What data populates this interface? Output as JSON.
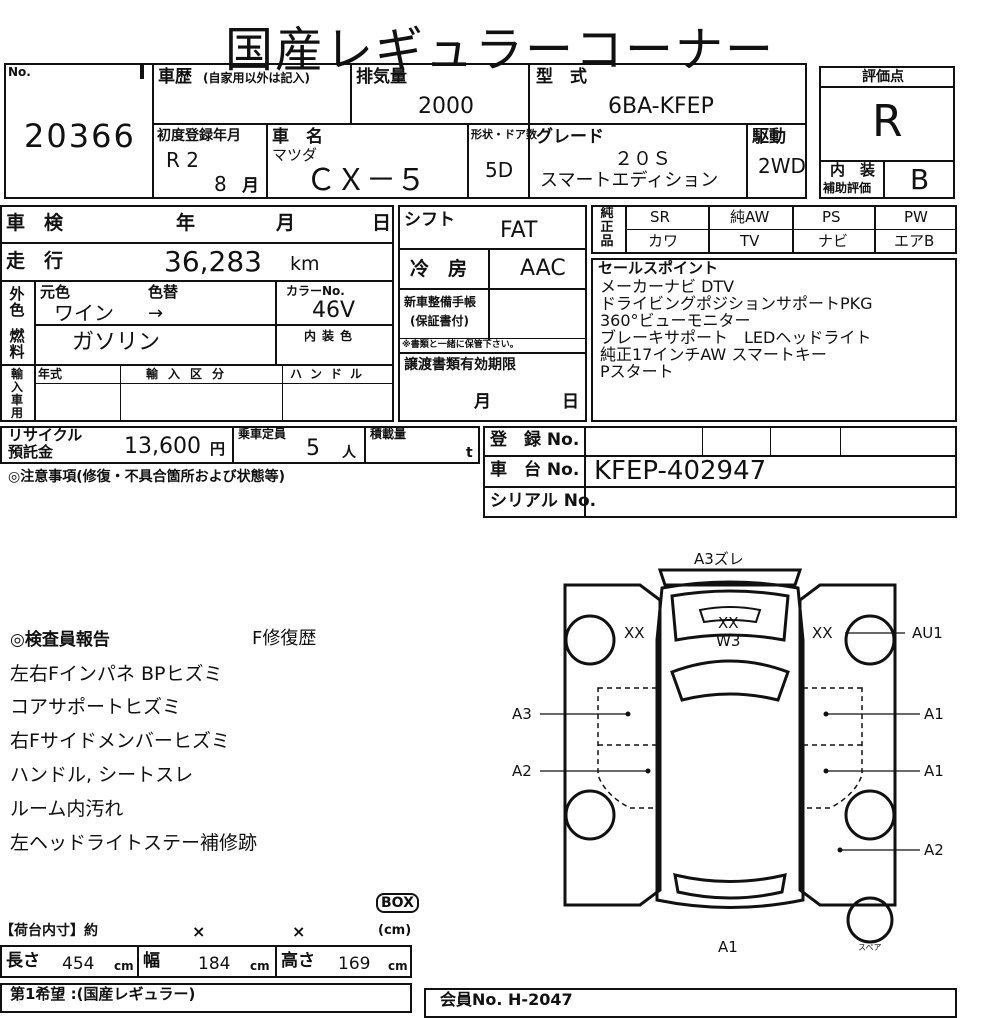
{
  "title": "国産レギュラーコーナー",
  "header": {
    "no_label": "No.",
    "no_value": "20366",
    "history_label": "車歴",
    "history_note": "(自家用以外は記入)",
    "displacement_label": "排気量",
    "displacement_value": "2000",
    "model_label": "型　式",
    "model_value": "6BA-KFEP",
    "first_reg_label": "初度登録年月",
    "first_reg_era": "R 2",
    "first_reg_month": "8",
    "month_unit": "月",
    "name_label": "車　名",
    "maker": "マツダ",
    "car_name": "ＣＸ－５",
    "shape_label": "形状・ドア数",
    "shape_value": "5D",
    "grade_label": "グレード",
    "grade_line1": "２０Ｓ",
    "grade_line2": "スマートエディション",
    "drive_label": "駆動",
    "drive_value": "2WD",
    "rating_label": "評価点",
    "rating_value": "R",
    "interior_rating_label1": "内　装",
    "interior_rating_label2": "補助評価",
    "interior_rating_value": "B"
  },
  "spec": {
    "inspection_label": "車　検",
    "year_unit": "年",
    "month_unit": "月",
    "day_unit": "日",
    "mileage_label": "走　行",
    "mileage_value": "36,283",
    "mileage_unit": "km",
    "outer_color_label": "外色",
    "original_color_label": "元色",
    "color_change_label": "色替",
    "color_value": "ワイン",
    "color_arrow": "→",
    "color_no_label": "カラーNo.",
    "color_no_value": "46V",
    "interior_color_label": "内装色",
    "fuel_label": "燃料",
    "fuel_value": "ガソリン",
    "import_label": "輸入車用",
    "year_type_label": "年式",
    "import_class_label": "輸入区分",
    "handle_label": "ハンドル",
    "shift_label": "シフト",
    "shift_value": "FAT",
    "ac_label": "冷　房",
    "ac_value": "AAC",
    "warranty_label1": "新車整備手帳",
    "warranty_label2": "(保証書付)",
    "warranty_note": "※書類と一緒に保管下さい。",
    "transfer_label": "譲渡書類有効期限",
    "genuine_label": "純正品",
    "options": [
      "SR",
      "純AW",
      "PS",
      "PW",
      "カワ",
      "TV",
      "ナビ",
      "エアB"
    ],
    "sales_points_label": "セールスポイント",
    "sales_points": [
      "メーカーナビ DTV",
      "ドライビングポジションサポートPKG",
      "360°ビューモニター",
      "ブレーキサポート　LEDヘッドライト",
      "純正17インチAW スマートキー",
      "Pスタート"
    ],
    "recycle_label1": "リサイクル",
    "recycle_label2": "預託金",
    "recycle_value": "13,600",
    "yen_unit": "円",
    "capacity_label": "乗車定員",
    "capacity_value": "5",
    "capacity_unit": "人",
    "load_label": "積載量",
    "load_unit": "t",
    "caution_label": "◎注意事項(修復・不具合箇所および状態等)",
    "reg_no_label": "登　録 No.",
    "chassis_no_label": "車　台 No.",
    "chassis_no_value": "KFEP-402947",
    "serial_no_label": "シリアル No."
  },
  "report": {
    "heading": "◎検査員報告",
    "repair_history": "F修復歴",
    "lines": [
      "左右Fインパネ BPヒズミ",
      "コアサポートヒズミ",
      "右Fサイドメンバーヒズミ",
      "ハンドル, シートスレ",
      "ルーム内汚れ",
      "左ヘッドライトステー補修跡"
    ]
  },
  "diagram": {
    "labels": {
      "top": "A3ズレ",
      "left_mirror": "XX",
      "hood_line1": "XX",
      "hood_line2": "W3",
      "right_mirror": "XX",
      "right_front": "AU1",
      "left_front_door": "A3",
      "left_rear_door": "A2",
      "right_front_door": "A1",
      "right_rear_door": "A1",
      "right_rear": "A2",
      "bottom": "A1",
      "spare": "スペア"
    }
  },
  "cargo": {
    "box_label": "BOX",
    "heading": "【荷台内寸】約",
    "times1": "×",
    "times2": "×",
    "cm_label": "(cm)",
    "length_label": "長さ",
    "length_value": "454",
    "width_label": "幅",
    "width_value": "184",
    "height_label": "高さ",
    "height_value": "169",
    "unit": "cm"
  },
  "footer": {
    "first_wish": "第1希望 :(国産レギュラー)",
    "member_no": "会員No. H-2047"
  }
}
